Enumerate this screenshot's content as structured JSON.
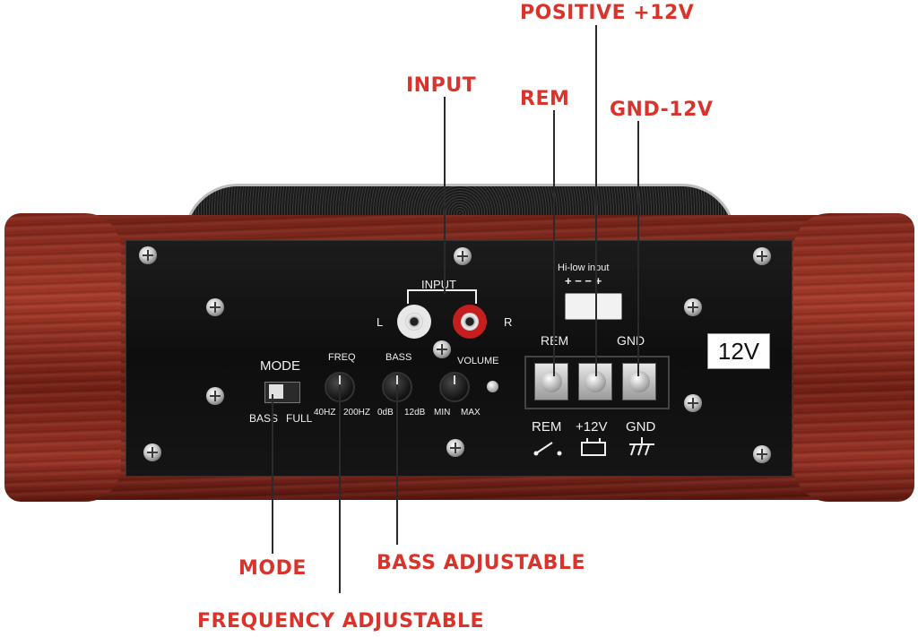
{
  "callouts": {
    "positive": "POSITIVE +12V",
    "input": "INPUT",
    "rem": "REM",
    "gnd": "GND-12V",
    "mode": "MODE",
    "bass": "BASS ADJUSTABLE",
    "frequency": "FREQUENCY ADJUSTABLE"
  },
  "panel": {
    "hi_low_input": "Hi-low input",
    "hi_low_pins": "+ − − +",
    "input_label": "INPUT",
    "left": "L",
    "right": "R",
    "rem": "REM",
    "gnd": "GND",
    "voltage_badge": "12V",
    "mode": "MODE",
    "bass_switch": "BASS",
    "full_switch": "FULL",
    "freq": "FREQ",
    "freq_min": "40HZ",
    "freq_max": "200HZ",
    "bass": "BASS",
    "bass_min": "0dB",
    "bass_max": "12dB",
    "volume": "VOLUME",
    "vol_min": "MIN",
    "vol_max": "MAX",
    "bottom_rem": "REM",
    "bottom_12v": "+12V",
    "bottom_gnd": "GND"
  },
  "colors": {
    "callout": "#d9342b",
    "rca_left": "#e8e8e8",
    "rca_right": "#c41e1e"
  },
  "icons": [
    "switch-icon",
    "battery-icon",
    "ground-icon"
  ]
}
